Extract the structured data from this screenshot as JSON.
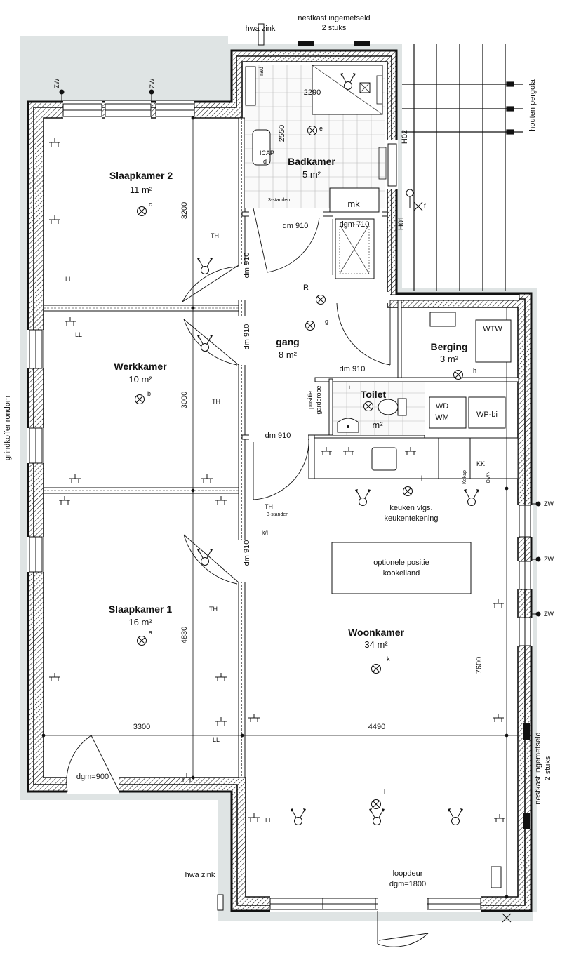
{
  "rooms": {
    "slaapkamer2": {
      "name": "Slaapkamer 2",
      "area": "11 m²"
    },
    "badkamer": {
      "name": "Badkamer",
      "area": "5 m²"
    },
    "werkkamer": {
      "name": "Werkkamer",
      "area": "10 m²"
    },
    "gang": {
      "name": "gang",
      "area": "8 m²"
    },
    "berging": {
      "name": "Berging",
      "area": "3 m²"
    },
    "toilet": {
      "name": "Toilet",
      "area": "m²"
    },
    "slaapkamer1": {
      "name": "Slaapkamer 1",
      "area": "16 m²"
    },
    "woonkamer": {
      "name": "Woonkamer",
      "area": "34 m²"
    }
  },
  "dimensions": {
    "d2290": "2290",
    "d2550": "2550",
    "d3200": "3200",
    "d3000": "3000",
    "d4830": "4830",
    "d3300": "3300",
    "d4490": "4490",
    "d7600": "7600",
    "dm910": "dm 910",
    "dgm710": "dgm 710",
    "dgm900": "dgm=900",
    "h02": "H02",
    "h01": "H01"
  },
  "labels": {
    "nestkast_top_1": "nestkast ingemetseld",
    "nestkast_top_2": "2 stuks",
    "hwa_zink": "hwa zink",
    "houten_pergola": "houten pergola",
    "grindkoffer": "grindkoffer rondom",
    "nestkast_right_1": "nestkast ingemetseld",
    "nestkast_right_2": "2 stuks",
    "zw": "ZW",
    "ll": "LL",
    "th": "TH",
    "rad": "rad",
    "icap": "ICAP",
    "mk": "mk",
    "r": "R",
    "wtw": "WTW",
    "wd": "WD",
    "wm": "WM",
    "wp_bi": "WP-bi",
    "positie_garderobe_1": "positie",
    "positie_garderobe_2": "garderobe",
    "keuken_1": "keuken vlgs.",
    "keuken_2": "keukentekening",
    "kookeiland_1": "optionele positie",
    "kookeiland_2": "kookeiland",
    "loopdeur_1": "loopdeur",
    "loopdeur_2": "dgm=1800",
    "kokap": "Kokap",
    "kk": "KK",
    "ovn": "OV/N",
    "three_standen": "3-standen",
    "kl": "k/l",
    "mark_a": "a",
    "mark_b": "b",
    "mark_c": "c",
    "mark_d": "d",
    "mark_e": "e",
    "mark_f": "f",
    "mark_g": "g",
    "mark_h": "h",
    "mark_i": "i",
    "mark_j": "j",
    "mark_k": "k",
    "mark_l": "l"
  },
  "colors": {
    "gravel": "#dfe4e4",
    "ink": "#111111"
  }
}
